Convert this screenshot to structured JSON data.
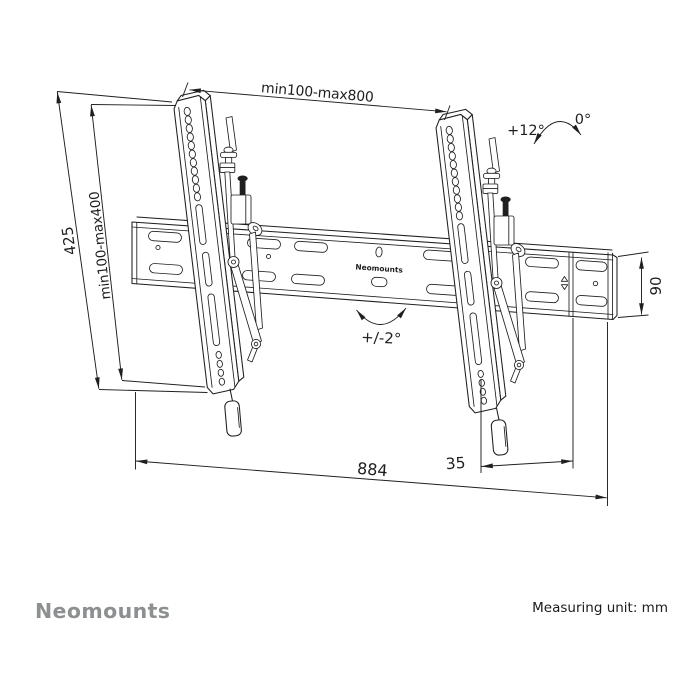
{
  "drawing": {
    "dim_top_width": "min100-max800",
    "dim_overall_height": "425",
    "dim_vesa_height": "min100-max400",
    "dim_bottom_width": "884",
    "dim_wall_distance": "35",
    "dim_rail_height": "90",
    "angle_tilt_max": "+12°",
    "angle_tilt_zero": "0°",
    "angle_level": "+/-2°",
    "rail_stamp": "Neomounts"
  },
  "footer": {
    "brand": "Neomounts",
    "unit_note": "Measuring unit: mm"
  },
  "colors": {
    "line": "#1f1f1f",
    "brand_gray": "#8d9091",
    "note_text": "#1c1c1c",
    "background": "#ffffff"
  }
}
